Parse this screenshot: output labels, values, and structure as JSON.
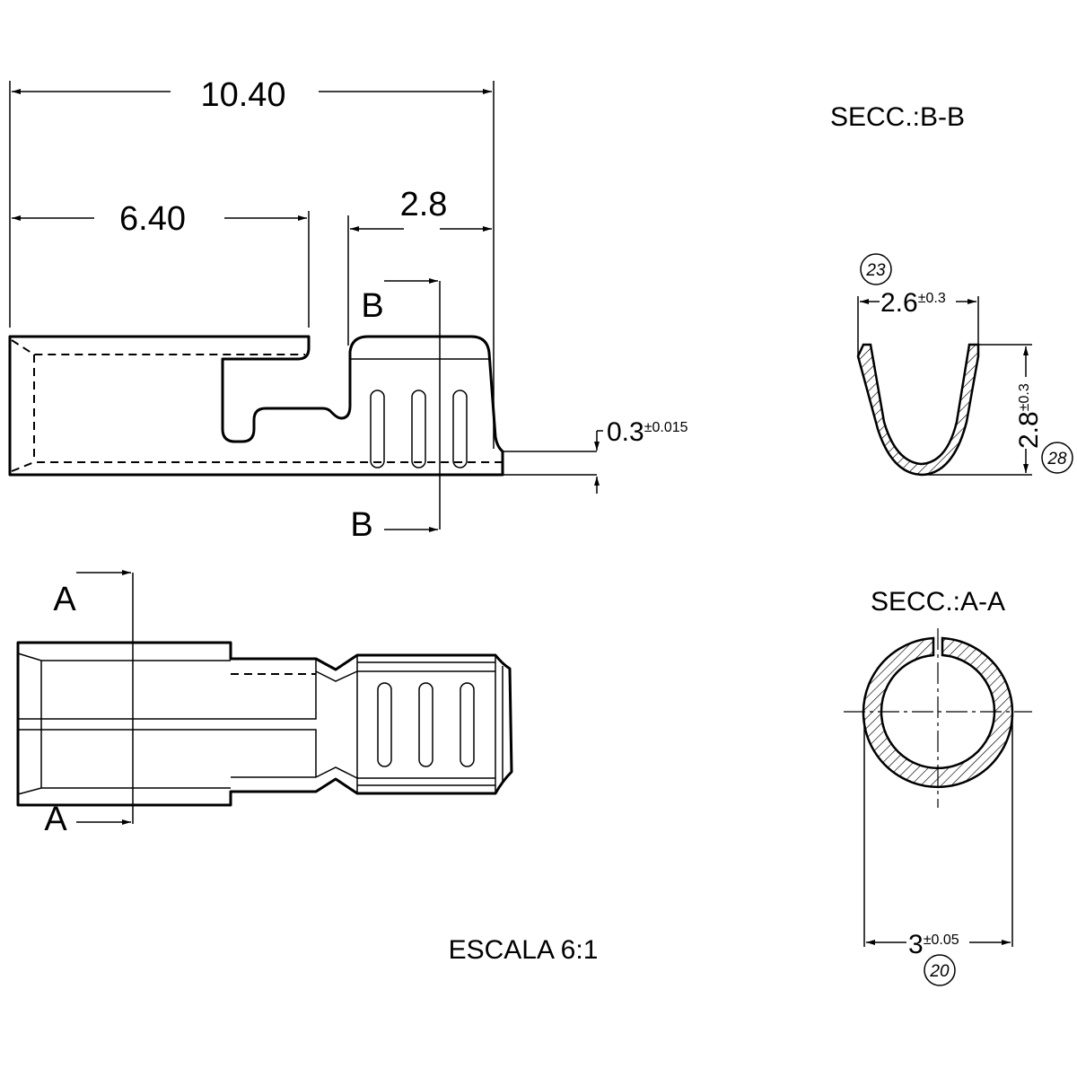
{
  "dimensions": {
    "overall_length": "10.40",
    "tab_length": "6.40",
    "crimp_length": "2.8",
    "thickness": "0.3",
    "thickness_tol": "±0.015",
    "bb_width": "2.6",
    "bb_width_tol": "±0.3",
    "bb_height": "2.8",
    "bb_height_tol": "±0.3",
    "aa_diameter": "3",
    "aa_diameter_tol": "±0.05"
  },
  "section_markers": {
    "b_top": "B",
    "b_bottom": "B",
    "a_top": "A",
    "a_bottom": "A"
  },
  "section_titles": {
    "bb": "SECC.:B-B",
    "aa": "SECC.:A-A"
  },
  "balloons": {
    "bb_width": "23",
    "bb_height": "28",
    "aa_diameter": "20"
  },
  "scale_label": "ESCALA 6:1"
}
